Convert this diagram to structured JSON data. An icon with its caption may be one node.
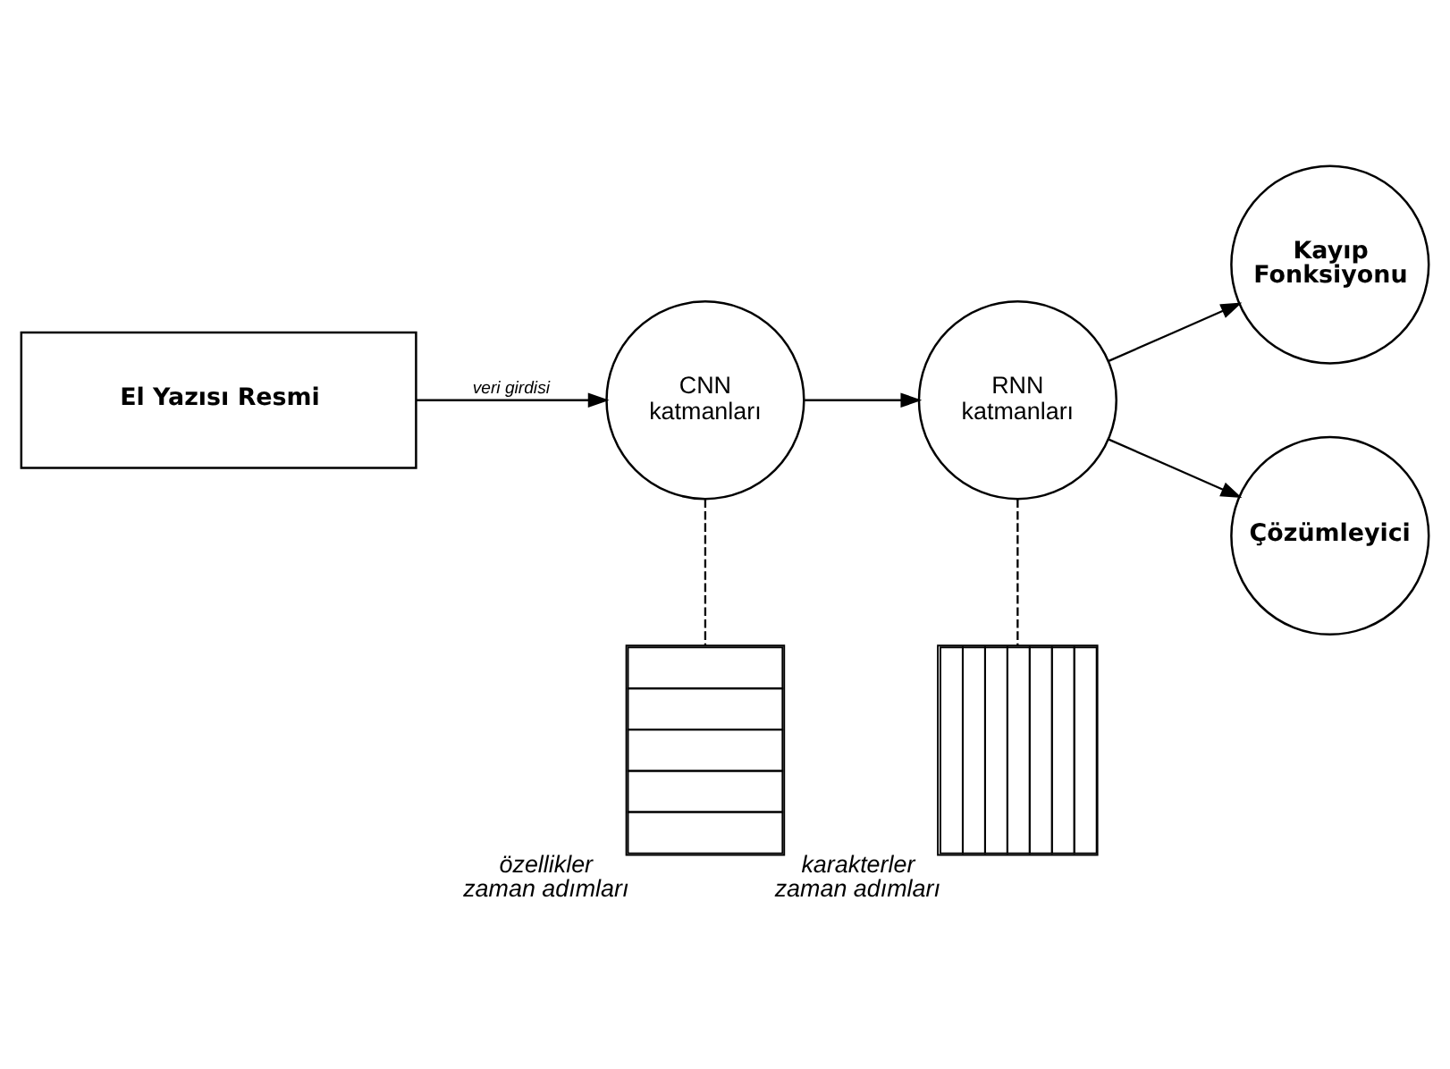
{
  "diagram": {
    "nodes": [
      {
        "text": [
          "El Yazısı Resmi"
        ]
      },
      {
        "text": [
          "CNN katmanları"
        ]
      },
      {
        "text": [
          "RNN katmanları"
        ]
      },
      {
        "text": [
          "Kayıp Fonksiyonu"
        ]
      },
      {
        "text": [
          "Çözümleyici"
        ]
      },
      {
        "text": [],
        "shape": "box",
        "beside": [
          "özellikler",
          "zaman adımları"
        ]
      },
      {
        "text": [],
        "shape": "box",
        "beside": [
          "karakterler",
          "zaman adımları"
        ]
      }
    ],
    "edges": [
      {
        "from": 0,
        "to": 1,
        "arrow": "to",
        "label": "veri girdisi"
      },
      {
        "from": 1,
        "to": 2,
        "arrow": "to"
      },
      {
        "from": 2,
        "to": 3,
        "arrow": "to"
      },
      {
        "from": 2,
        "to": 4,
        "arrow": "to"
      },
      {
        "from": 1,
        "to": 5,
        "arrow": "none",
        "style": "dashed"
      },
      {
        "from": 2,
        "to": 6,
        "arrow": "none",
        "style": "dashed"
      }
    ]
  }
}
